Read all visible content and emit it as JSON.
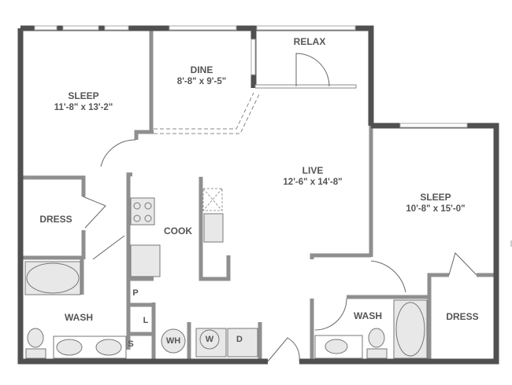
{
  "floorplan": {
    "colors": {
      "exterior_wall": "#505050",
      "interior_wall": "#8f8f8f",
      "fixture_fill": "#e8e8e8",
      "text": "#555555"
    },
    "rooms": [
      {
        "id": "sleep1",
        "name": "SLEEP",
        "dims": "11'-8\" x 13'-2\""
      },
      {
        "id": "dine",
        "name": "DINE",
        "dims": "8'-8\" x 9'-5\""
      },
      {
        "id": "relax",
        "name": "RELAX",
        "dims": ""
      },
      {
        "id": "live",
        "name": "LIVE",
        "dims": "12'-6\" x 14'-8\""
      },
      {
        "id": "sleep2",
        "name": "SLEEP",
        "dims": "10'-8\" x 15'-0\""
      },
      {
        "id": "dress1",
        "name": "DRESS",
        "dims": ""
      },
      {
        "id": "cook",
        "name": "COOK",
        "dims": ""
      },
      {
        "id": "wash1",
        "name": "WASH",
        "dims": ""
      },
      {
        "id": "wash2",
        "name": "WASH",
        "dims": ""
      },
      {
        "id": "dress2",
        "name": "DRESS",
        "dims": ""
      }
    ],
    "fixtures": {
      "pantry": "P",
      "linen": "L",
      "storage": "S",
      "water_heater": "WH",
      "washer": "W",
      "dryer": "D"
    }
  }
}
